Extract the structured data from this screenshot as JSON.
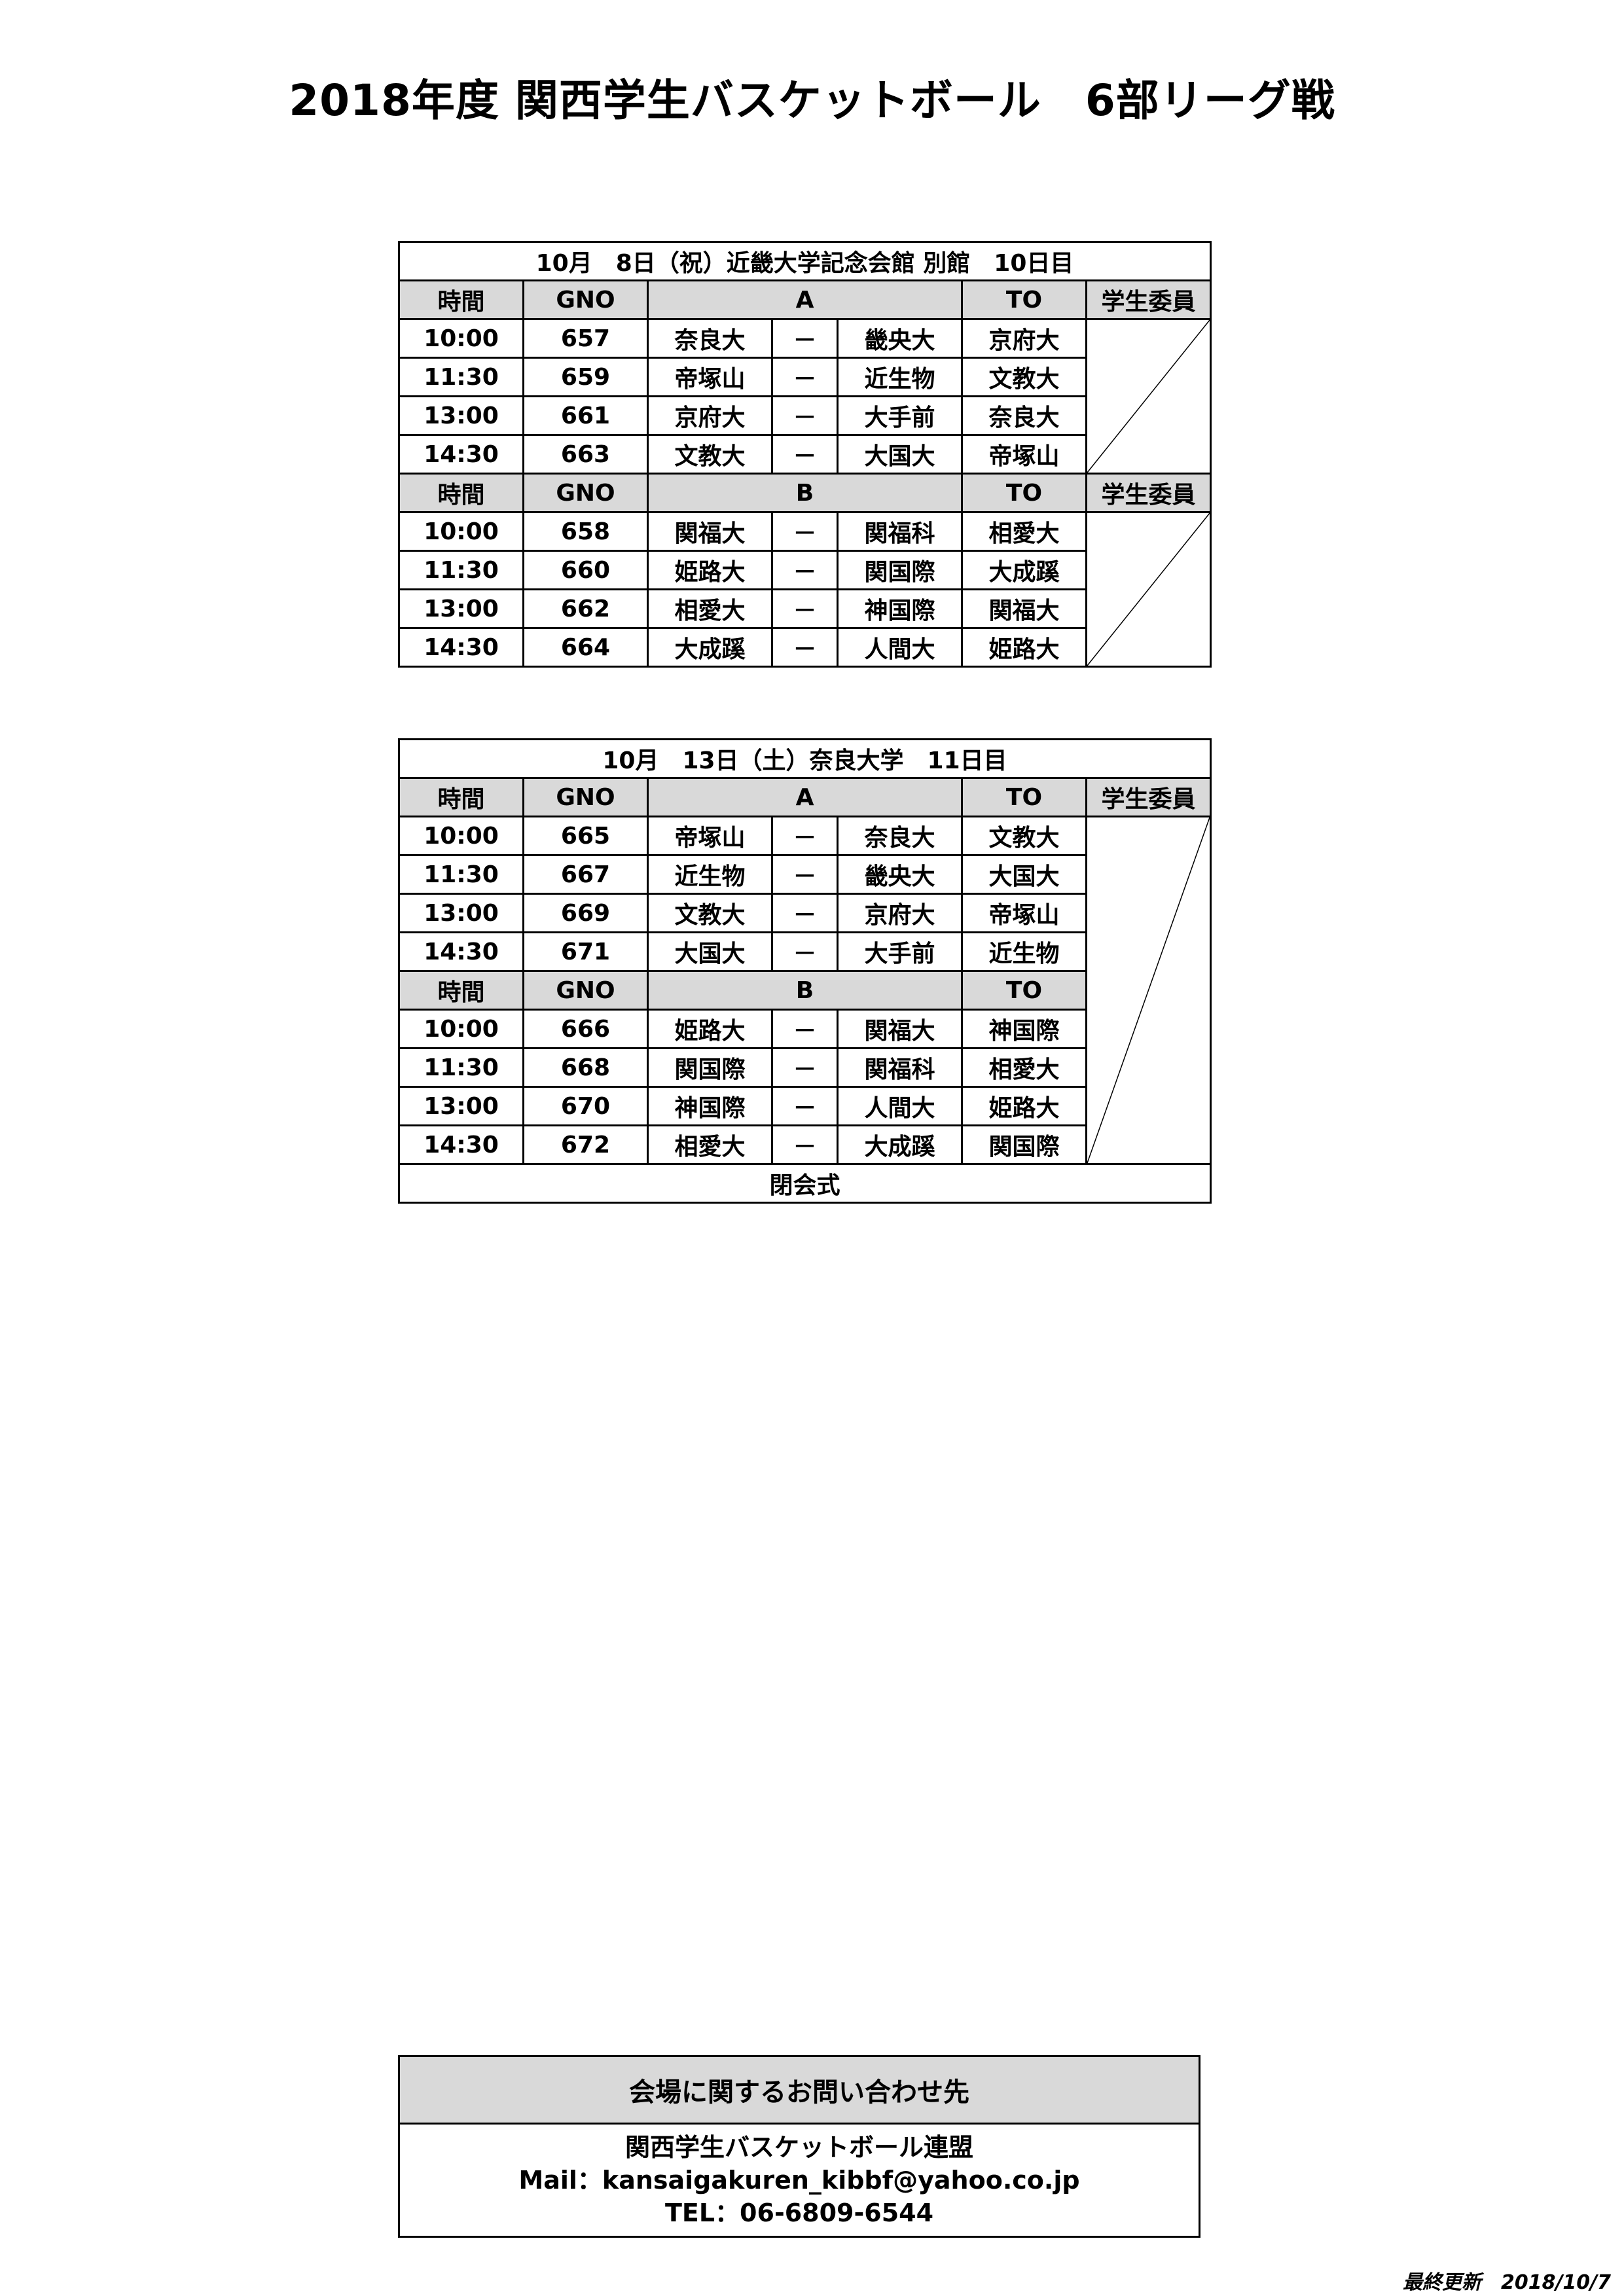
{
  "title": "2018年度 関西学生バスケットボール　6部リーグ戦",
  "day1": {
    "heading": "10月　8日（祝）近畿大学記念会館 別館　10日目",
    "court_a": {
      "header": {
        "time": "時間",
        "gno": "GNO",
        "court": "A",
        "to": "TO",
        "staff": "学生委員"
      },
      "rows": [
        {
          "time": "10:00",
          "gno": "657",
          "home": "奈良大",
          "sep": "－",
          "away": "畿央大",
          "to": "京府大"
        },
        {
          "time": "11:30",
          "gno": "659",
          "home": "帝塚山",
          "sep": "－",
          "away": "近生物",
          "to": "文教大"
        },
        {
          "time": "13:00",
          "gno": "661",
          "home": "京府大",
          "sep": "－",
          "away": "大手前",
          "to": "奈良大"
        },
        {
          "time": "14:30",
          "gno": "663",
          "home": "文教大",
          "sep": "－",
          "away": "大国大",
          "to": "帝塚山"
        }
      ]
    },
    "court_b": {
      "header": {
        "time": "時間",
        "gno": "GNO",
        "court": "B",
        "to": "TO",
        "staff": "学生委員"
      },
      "rows": [
        {
          "time": "10:00",
          "gno": "658",
          "home": "関福大",
          "sep": "－",
          "away": "関福科",
          "to": "相愛大"
        },
        {
          "time": "11:30",
          "gno": "660",
          "home": "姫路大",
          "sep": "－",
          "away": "関国際",
          "to": "大成蹊"
        },
        {
          "time": "13:00",
          "gno": "662",
          "home": "相愛大",
          "sep": "－",
          "away": "神国際",
          "to": "関福大"
        },
        {
          "time": "14:30",
          "gno": "664",
          "home": "大成蹊",
          "sep": "－",
          "away": "人間大",
          "to": "姫路大"
        }
      ]
    }
  },
  "day2": {
    "heading": "10月　13日（土）奈良大学　11日目",
    "court_a": {
      "header": {
        "time": "時間",
        "gno": "GNO",
        "court": "A",
        "to": "TO",
        "staff": "学生委員"
      },
      "rows": [
        {
          "time": "10:00",
          "gno": "665",
          "home": "帝塚山",
          "sep": "－",
          "away": "奈良大",
          "to": "文教大"
        },
        {
          "time": "11:30",
          "gno": "667",
          "home": "近生物",
          "sep": "－",
          "away": "畿央大",
          "to": "大国大"
        },
        {
          "time": "13:00",
          "gno": "669",
          "home": "文教大",
          "sep": "－",
          "away": "京府大",
          "to": "帝塚山"
        },
        {
          "time": "14:30",
          "gno": "671",
          "home": "大国大",
          "sep": "－",
          "away": "大手前",
          "to": "近生物"
        }
      ]
    },
    "court_b": {
      "header": {
        "time": "時間",
        "gno": "GNO",
        "court": "B",
        "to": "TO"
      },
      "rows": [
        {
          "time": "10:00",
          "gno": "666",
          "home": "姫路大",
          "sep": "－",
          "away": "関福大",
          "to": "神国際"
        },
        {
          "time": "11:30",
          "gno": "668",
          "home": "関国際",
          "sep": "－",
          "away": "関福科",
          "to": "相愛大"
        },
        {
          "time": "13:00",
          "gno": "670",
          "home": "神国際",
          "sep": "－",
          "away": "人間大",
          "to": "姫路大"
        },
        {
          "time": "14:30",
          "gno": "672",
          "home": "相愛大",
          "sep": "－",
          "away": "大成蹊",
          "to": "関国際"
        }
      ]
    },
    "closing": "閉会式"
  },
  "contact": {
    "heading": "会場に関するお問い合わせ先",
    "org": "関西学生バスケットボール連盟",
    "mail": "Mail：kansaigakuren_kibbf@yahoo.co.jp",
    "tel": "TEL：06-6809-6544"
  },
  "updated": {
    "label": "最終更新",
    "date": "2018/10/7"
  },
  "colors": {
    "header_fill": "#d9d9d9",
    "border": "#000000"
  }
}
